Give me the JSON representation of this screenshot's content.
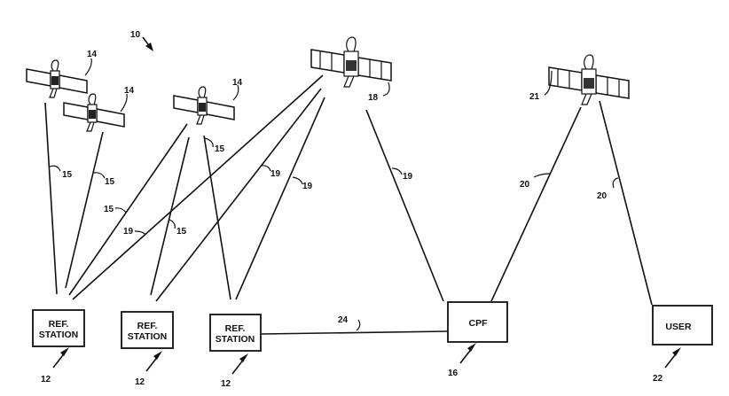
{
  "figure": {
    "system_ref": "10",
    "satellites": [
      {
        "id": "gps-sat-1",
        "ref": "14"
      },
      {
        "id": "gps-sat-2",
        "ref": "14"
      },
      {
        "id": "gps-sat-3",
        "ref": "14"
      },
      {
        "id": "geo-sat-relay",
        "ref": "18"
      },
      {
        "id": "geo-sat-broadcast",
        "ref": "21"
      }
    ],
    "boxes": {
      "ref_station_line1": "REF.",
      "ref_station_line2": "STATION",
      "cpf": "CPF",
      "user": "USER"
    },
    "refs": {
      "ref_station": "12",
      "cpf": "16",
      "user": "22",
      "gps_link": "15",
      "uplink": "19",
      "broadcast_link": "20",
      "ground_link": "24"
    }
  }
}
